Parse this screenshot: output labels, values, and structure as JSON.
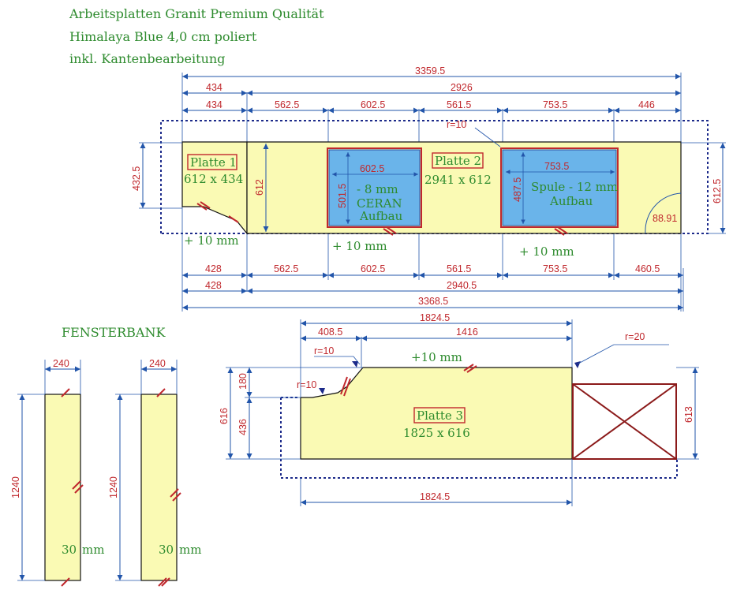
{
  "header": {
    "line1": "Arbeitsplatten Granit Premium Qualität",
    "line2": "Himalaya Blue 4,0 cm poliert",
    "line3": "inkl. Kantenbearbeitung"
  },
  "colors": {
    "slab_fill": "#fafab4",
    "sink_fill": "#6ab4ea",
    "dimension_text": "#c0282d",
    "label_text": "#2e8b2e",
    "dimension_line": "#2255aa"
  },
  "top_dims": {
    "overall": "3359.5",
    "sub_overall": "2926",
    "left_seg": "434",
    "left_seg_b": "434",
    "segs": [
      "562.5",
      "602.5",
      "561.5",
      "753.5",
      "446"
    ]
  },
  "bottom_dims": {
    "segs": [
      "428",
      "562.5",
      "602.5",
      "561.5",
      "753.5",
      "460.5"
    ],
    "left_b": "428",
    "sub_overall": "2940.5",
    "overall": "3368.5"
  },
  "side_dims": {
    "left_height": "432.5",
    "plate2_height": "612",
    "right_height": "612.5"
  },
  "plate1": {
    "name": "Platte 1",
    "size": "612 x 434",
    "edge_note": "+ 10 mm"
  },
  "plate2": {
    "name": "Platte 2",
    "size": "2941 x 612",
    "radius": "r=10",
    "corner_value": "88.91"
  },
  "cooktop": {
    "width": "602.5",
    "height": "501.5",
    "line1": "- 8 mm",
    "line2": "CERAN",
    "line3": "Aufbau",
    "edge_note": "+ 10 mm"
  },
  "sink": {
    "width": "753.5",
    "height": "487.5",
    "line1": "Spule -  12 mm",
    "line2": "Aufbau",
    "edge_note": "+ 10 mm"
  },
  "fensterbank": {
    "title": "FENSTERBANK",
    "boards": [
      {
        "width": "240",
        "length": "1240",
        "thickness": "30",
        "unit": "mm"
      },
      {
        "width": "240",
        "length": "1240",
        "thickness": "30",
        "unit": "mm"
      }
    ]
  },
  "plate3": {
    "name": "Platte 3",
    "size": "1825 x 616",
    "top_overall": "1824.5",
    "top_left": "408.5",
    "top_right": "1416",
    "bottom_overall": "1824.5",
    "r_top": "r=10",
    "r_left": "r=10",
    "r_right": "r=20",
    "edge_note": "+10 mm",
    "left_total": "616",
    "left_upper": "180",
    "left_lower": "436",
    "right_height": "613"
  }
}
